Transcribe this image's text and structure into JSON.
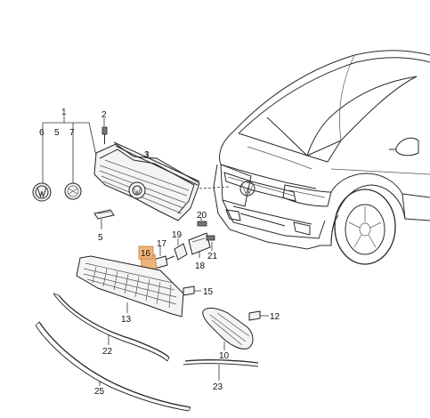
{
  "diagram": {
    "callouts": {
      "p1": "1",
      "p2": "2",
      "p3": "3",
      "p5a": "5",
      "p5b": "5",
      "p6": "6",
      "p7": "7",
      "p10": "10",
      "p12": "12",
      "p13": "13",
      "p15": "15",
      "p16": "16",
      "p17": "17",
      "p18": "18",
      "p19": "19",
      "p20": "20",
      "p21": "21",
      "p22": "22",
      "p23": "23",
      "p25": "25"
    },
    "highlight_color": "#f2b37a",
    "highlighted_part": "16"
  }
}
